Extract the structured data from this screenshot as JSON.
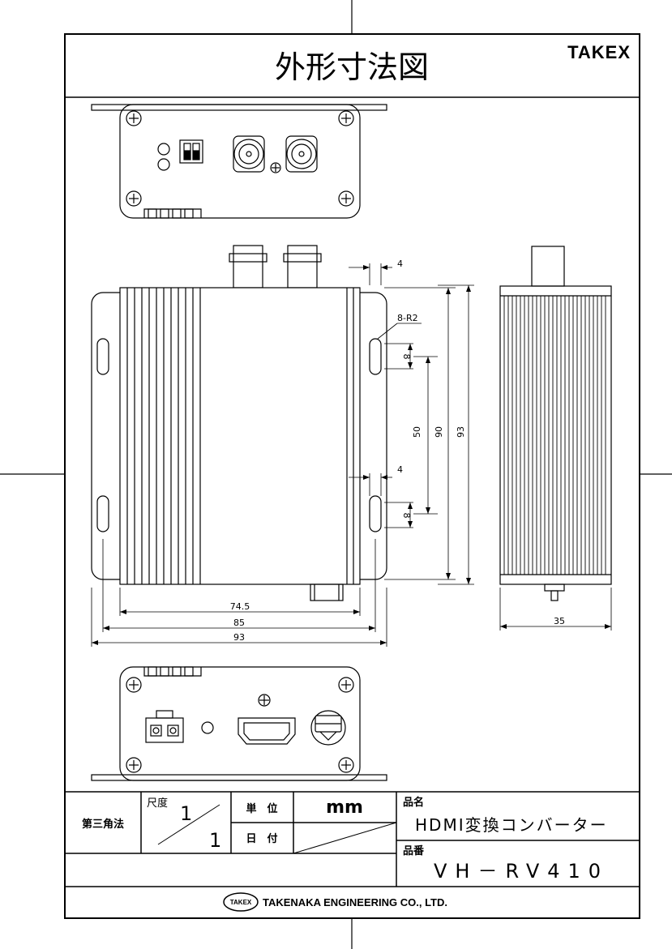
{
  "title": "外形寸法図",
  "brand": "TAKEX",
  "dimensions": {
    "top_4": "4",
    "radius": "8-R2",
    "slot_upper": "8",
    "span_50": "50",
    "span_90": "90",
    "height_93": "93",
    "mid_4": "4",
    "slot_lower": "8",
    "w_74_5": "74.5",
    "w_85": "85",
    "w_93": "93",
    "depth_35": "35"
  },
  "title_block": {
    "projection": "第三角法",
    "scale_label": "尺度",
    "scale_num": "1",
    "scale_den": "1",
    "unit_label": "単　位",
    "unit_value": "mm",
    "date_label": "日　付",
    "product_name_label": "品名",
    "product_name": "HDMI変換コンバーター",
    "product_number_label": "品番",
    "product_number": "VH－RV410"
  },
  "company": {
    "logo_text": "TAKEX",
    "name": "TAKENAKA ENGINEERING CO., LTD."
  }
}
